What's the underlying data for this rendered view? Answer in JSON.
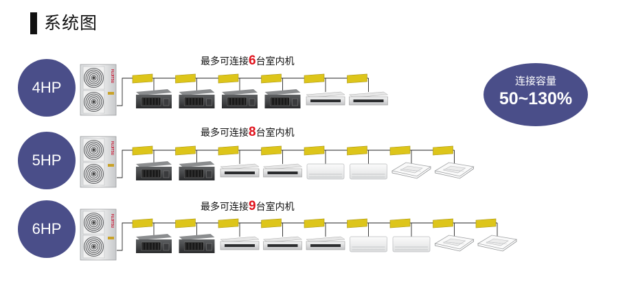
{
  "title": "系统图",
  "ratio": {
    "label": "连接容量",
    "value": "50~130%"
  },
  "brand": "FUJITSU",
  "systems": [
    {
      "hp": "4HP",
      "capacity_prefix": "最多可连接",
      "max_units": "6",
      "capacity_suffix": "台室内机",
      "units": [
        "duct",
        "duct",
        "duct",
        "duct",
        "slim-duct",
        "slim-duct"
      ]
    },
    {
      "hp": "5HP",
      "capacity_prefix": "最多可连接",
      "max_units": "8",
      "capacity_suffix": "台室内机",
      "units": [
        "duct",
        "duct",
        "slim-duct",
        "slim-duct",
        "wall",
        "wall",
        "cassette",
        "cassette"
      ]
    },
    {
      "hp": "6HP",
      "capacity_prefix": "最多可连接",
      "max_units": "9",
      "capacity_suffix": "台室内机",
      "units": [
        "duct",
        "duct",
        "slim-duct",
        "slim-duct",
        "slim-duct",
        "wall",
        "wall",
        "cassette",
        "cassette"
      ]
    }
  ]
}
